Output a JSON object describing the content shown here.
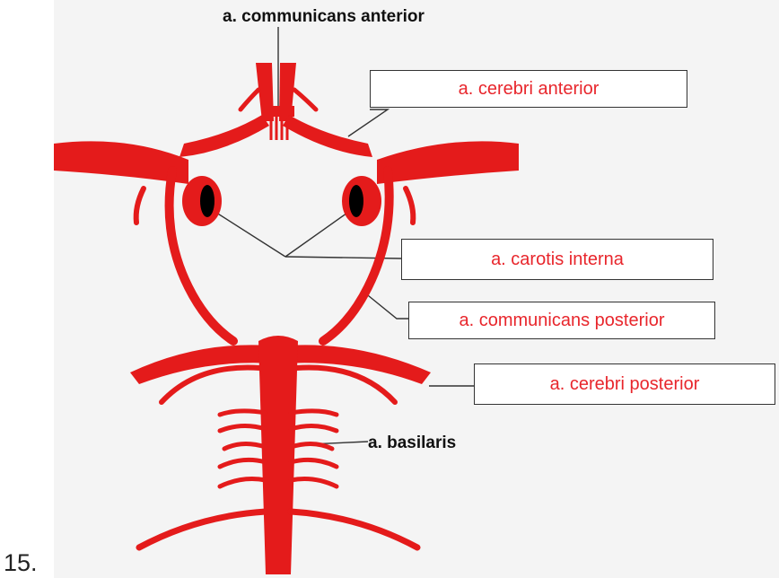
{
  "item_number": "15.",
  "labels": {
    "communicans_anterior": "a. communicans anterior",
    "cerebri_anterior": "a. cerebri anterior",
    "carotis_interna": "a. carotis interna",
    "communicans_posterior": "a. communicans posterior",
    "cerebri_posterior": "a. cerebri posterior",
    "basilaris": "a. basilaris"
  },
  "colors": {
    "vessel": "#e41b1b",
    "label_text": "#e8262c",
    "background": "#f4f4f4"
  }
}
